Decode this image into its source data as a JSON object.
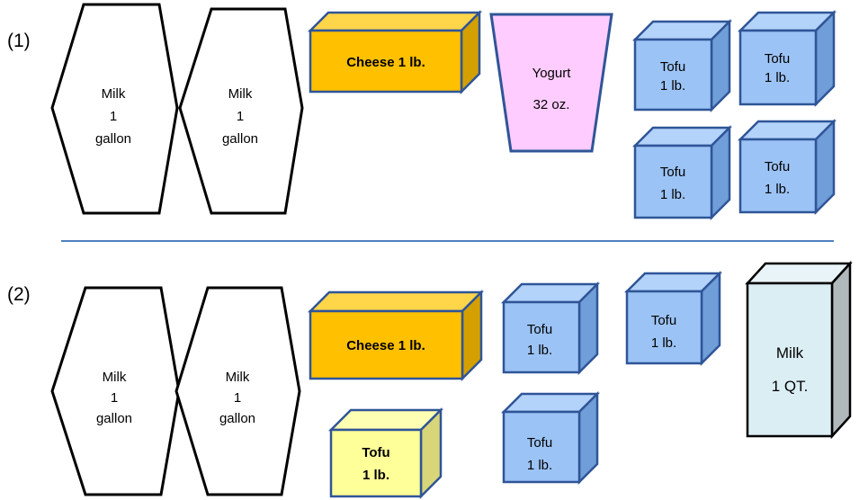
{
  "sections": [
    {
      "label": "(1)",
      "milk_jugs": [
        {
          "lines": [
            "Milk",
            "1",
            "gallon"
          ]
        },
        {
          "lines": [
            "Milk",
            "1",
            "gallon"
          ]
        }
      ],
      "cheese": {
        "label": "Cheese 1 lb."
      },
      "yogurt": {
        "lines": [
          "Yogurt",
          "32 oz."
        ]
      },
      "tofu": [
        {
          "lines": [
            "Tofu",
            "1 lb."
          ]
        },
        {
          "lines": [
            "Tofu",
            "1 lb."
          ]
        },
        {
          "lines": [
            "Tofu",
            "1 lb."
          ]
        },
        {
          "lines": [
            "Tofu",
            "1 lb."
          ]
        }
      ]
    },
    {
      "label": "(2)",
      "milk_jugs": [
        {
          "lines": [
            "Milk",
            "1",
            "gallon"
          ]
        },
        {
          "lines": [
            "Milk",
            "1",
            "gallon"
          ]
        }
      ],
      "cheese": {
        "label": "Cheese 1 lb."
      },
      "tofu_highlight": {
        "lines": [
          "Tofu",
          "1 lb."
        ]
      },
      "tofu": [
        {
          "lines": [
            "Tofu",
            "1 lb."
          ]
        },
        {
          "lines": [
            "Tofu",
            "1 lb."
          ]
        },
        {
          "lines": [
            "Tofu",
            "1 lb."
          ]
        }
      ],
      "milk_quart": {
        "lines": [
          "Milk",
          "1 QT."
        ]
      }
    }
  ],
  "colors": {
    "cheese_front": "#ffc000",
    "cheese_side": "#d4a000",
    "yogurt": "#ffccff",
    "tofu_front": "#9cc3f5",
    "tofu_side": "#6f9ed8",
    "tofu_border": "#2f5597",
    "tofu_highlight_front": "#ffff99",
    "tofu_highlight_side": "#d9d67a",
    "quart_front": "#dbeef4",
    "quart_side": "#b0b8bc",
    "divider": "#4f81bd"
  }
}
